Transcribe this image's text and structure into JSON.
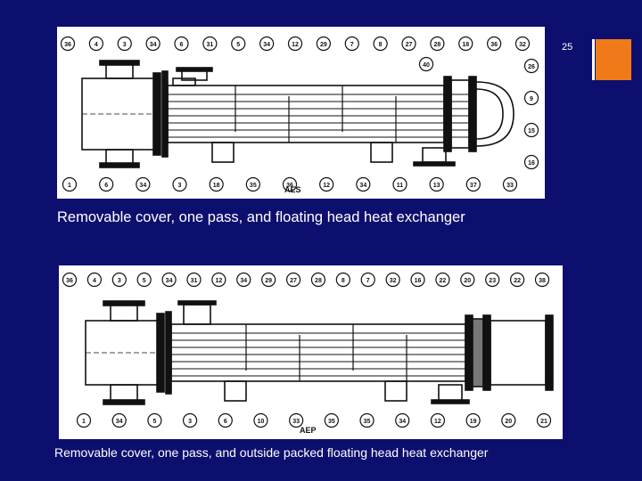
{
  "slide": {
    "number": "25",
    "colors": {
      "background": "#0d0f6e",
      "accent": "#f07a1a",
      "text": "#ffffff"
    }
  },
  "figures": [
    {
      "designation": "AES",
      "caption": "Removable cover, one pass, and floating head heat exchanger",
      "callouts_top": [
        "36",
        "4",
        "3",
        "34",
        "6",
        "31",
        "5",
        "34",
        "12",
        "29",
        "7",
        "8",
        "27",
        "28",
        "18",
        "36",
        "32"
      ],
      "callouts_right": [
        "26",
        "9",
        "15",
        "16"
      ],
      "callouts_inner": [
        "40"
      ],
      "callouts_bottom": [
        "1",
        "6",
        "34",
        "3",
        "18",
        "35",
        "36",
        "12",
        "34",
        "11",
        "13",
        "37",
        "33"
      ]
    },
    {
      "designation": "AEP",
      "caption": "Removable cover, one pass, and outside packed floating head heat exchanger",
      "callouts_top": [
        "36",
        "4",
        "3",
        "5",
        "34",
        "31",
        "12",
        "34",
        "29",
        "27",
        "28",
        "8",
        "7",
        "32",
        "16",
        "22",
        "20",
        "23",
        "22",
        "38"
      ],
      "callouts_bottom": [
        "1",
        "34",
        "5",
        "3",
        "6",
        "10",
        "33",
        "35",
        "35",
        "34",
        "12",
        "19",
        "20",
        "21"
      ]
    }
  ]
}
